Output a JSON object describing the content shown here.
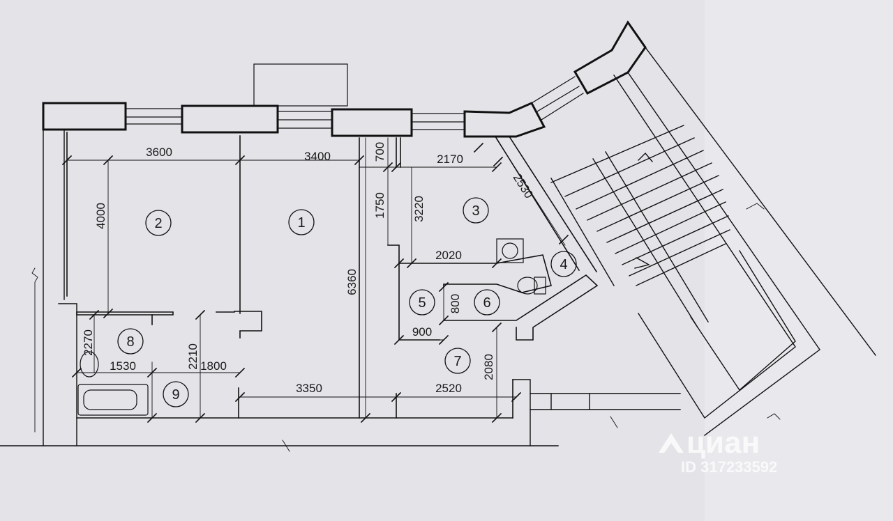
{
  "rooms": [
    "1",
    "2",
    "3",
    "4",
    "5",
    "6",
    "7",
    "8",
    "9"
  ],
  "dimensions": {
    "d3600": "3600",
    "d3400": "3400",
    "d700": "700",
    "d2170": "2170",
    "d2530": "2530",
    "d4000": "4000",
    "d1750": "1750",
    "d3220": "3220",
    "d6360": "6360",
    "d2020": "2020",
    "d800": "800",
    "d900": "900",
    "d2270": "2270",
    "d1530": "1530",
    "d2210": "2210",
    "d1800": "1800",
    "d3350": "3350",
    "d2520": "2520",
    "d2080": "2080"
  },
  "watermark": {
    "brand": "циан",
    "id": "ID 317233592"
  }
}
